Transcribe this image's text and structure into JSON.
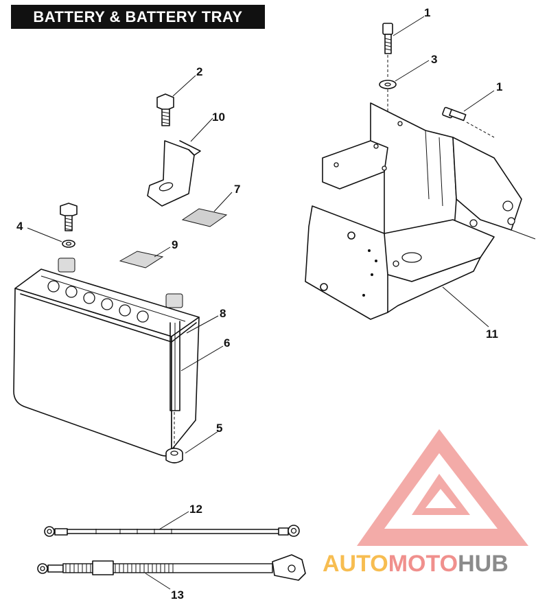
{
  "title": "BATTERY & BATTERY TRAY",
  "callouts": {
    "bolt_top": "1",
    "bolt_side": "1",
    "bolt_hold": "2",
    "washer": "3",
    "lockwasher": "4",
    "nut": "5",
    "rod": "6",
    "pad": "7",
    "strap": "8",
    "pad_top": "9",
    "bracket": "10",
    "tray": "11",
    "cable_pos": "12",
    "cable_neg": "13"
  },
  "watermark": {
    "part1": "AUTO",
    "part2": "MOTO",
    "part3": "HUB",
    "colors": {
      "orange": "#f6b233",
      "coral": "#ee7d7a",
      "gray": "#777777"
    }
  }
}
